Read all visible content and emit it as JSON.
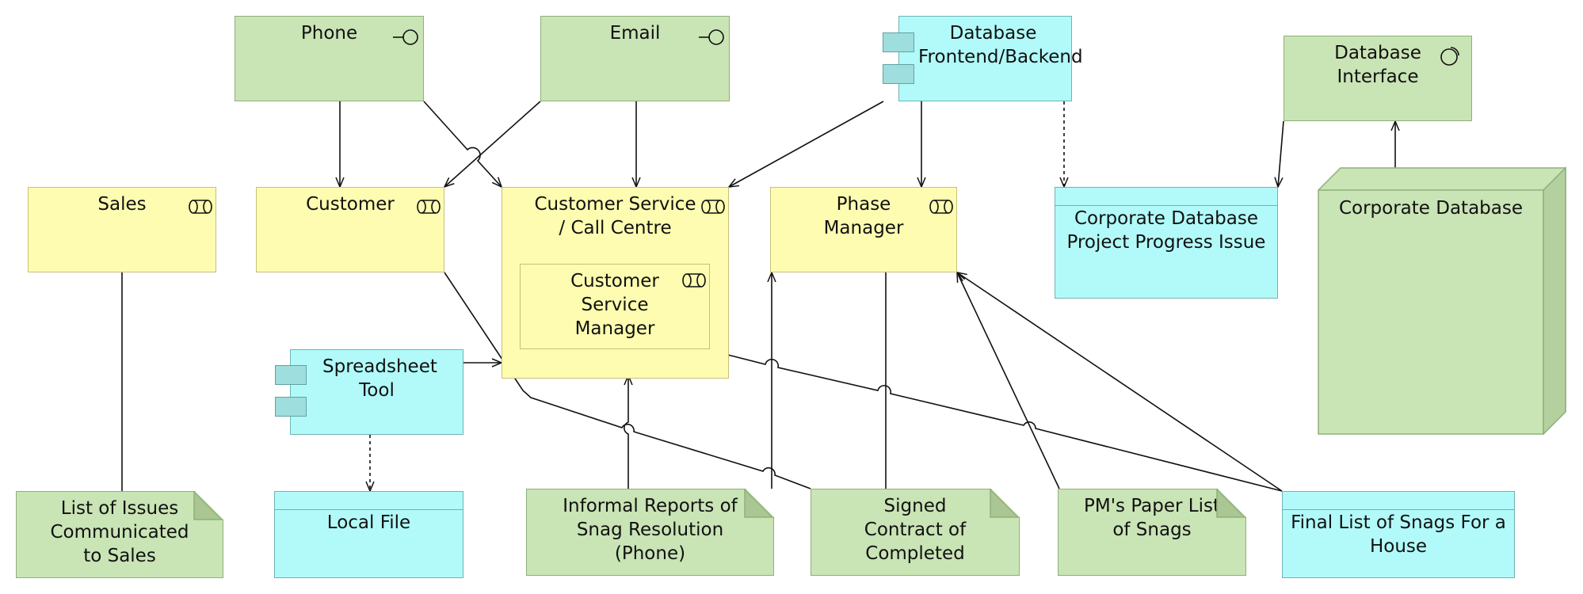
{
  "colors": {
    "business_actor_role": "#fdfcb0",
    "application": "#b2fafa",
    "technology": "#c9e4b5",
    "line": "#111111"
  },
  "nodes": {
    "phone": {
      "label": "Phone",
      "icon": "interface-icon"
    },
    "email": {
      "label": "Email",
      "icon": "interface-icon"
    },
    "db_frontend": {
      "label": "Database Frontend/Backend",
      "icon": "component-icon"
    },
    "db_interface": {
      "label": "Database Interface",
      "icon": "service-icon"
    },
    "sales": {
      "label": "Sales",
      "icon": "role-icon"
    },
    "customer": {
      "label": "Customer",
      "icon": "role-icon"
    },
    "cs_call_centre": {
      "label": "Customer Service / Call Centre",
      "icon": "role-icon"
    },
    "cs_manager": {
      "label": "Customer Service Manager",
      "icon": "role-icon"
    },
    "phase_manager": {
      "label": "Phase Manager",
      "icon": "role-icon"
    },
    "corp_db_issue": {
      "label": "Corporate Database Project Progress Issue"
    },
    "corp_db": {
      "label": "Corporate Database"
    },
    "spreadsheet": {
      "label": "Spreadsheet Tool",
      "icon": "component-icon"
    },
    "local_file": {
      "label": "Local File"
    },
    "issues_list": {
      "label": "List of Issues Communicated to Sales"
    },
    "informal_reports": {
      "label": "Informal Reports of Snag Resolution (Phone)"
    },
    "signed_contract": {
      "label": "Signed Contract of Completed"
    },
    "pm_paper": {
      "label": "PM's Paper List of Snags"
    },
    "final_list": {
      "label": "Final List of Snags For a House"
    }
  }
}
